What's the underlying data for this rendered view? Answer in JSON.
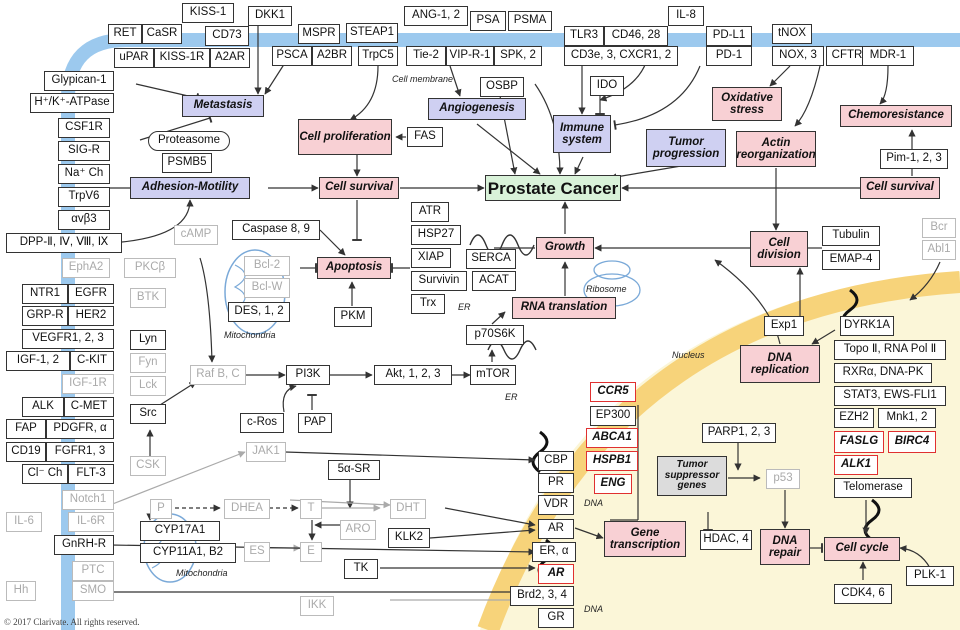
{
  "copyright": "© 2017 Clarivate. All rights reserved.",
  "compartments": {
    "cell_membrane": "Cell membrane",
    "nucleus": "Nucleus",
    "mitochondria_1": "Mitochondria",
    "mitochondria_2": "Mitochondria",
    "er_1": "ER",
    "er_2": "ER",
    "ribosome": "Ribosome",
    "dna_1": "DNA",
    "dna_2": "DNA"
  },
  "colors": {
    "membrane": "#9cc9ee",
    "nucleus_fill": "#fbf6d8",
    "nuclear_envelope": "#f7d37a",
    "process_pink": "#f8d0d4",
    "process_blue": "#cfd0f2",
    "outcome_green": "#d9f2d9",
    "highlight_red": "#e03030"
  },
  "outcome": "Prostate Cancer",
  "processes": {
    "metastasis": "Metastasis",
    "angiogenesis": "Angiogenesis",
    "immune_system": "Immune system",
    "tumor_progression": "Tumor progression",
    "oxidative_stress": "Oxidative stress",
    "actin_reorganization": "Actin reorganization",
    "chemoresistance": "Chemoresistance",
    "cell_proliferation": "Cell proliferation",
    "cell_survival_left": "Cell survival",
    "cell_survival_right": "Cell survival",
    "adhesion_motility": "Adhesion-Motility",
    "apoptosis": "Apoptosis",
    "growth": "Growth",
    "rna_translation": "RNA translation",
    "cell_division": "Cell division",
    "dna_replication": "DNA replication",
    "gene_transcription": "Gene transcription",
    "dna_repair": "DNA repair",
    "cell_cycle": "Cell cycle",
    "tumor_suppressor_genes": "Tumor suppressor genes"
  },
  "membrane_receptors": {
    "ret": "RET",
    "casr": "CaSR",
    "kiss1": "KISS-1",
    "dkk1": "DKK1",
    "cd73": "CD73",
    "upar": "uPAR",
    "kiss1r": "KISS-1R",
    "a2ar": "A2AR",
    "mspr": "MSPR",
    "psca": "PSCA",
    "a2br": "A2BR",
    "steap1": "STEAP1",
    "trpc5": "TrpC5",
    "ang": "ANG-1, 2",
    "tie2": "Tie-2",
    "viprr1": "VIP-R-1",
    "psa": "PSA",
    "psma": "PSMA",
    "spk": "SPK, 2",
    "tlr3": "TLR3",
    "cd46": "CD46, 28",
    "il8": "IL-8",
    "cd3e": "CD3e, 3, CXCR1, 2",
    "pdl1": "PD-L1",
    "pd1": "PD-1",
    "tnox": "tNOX",
    "nox": "NOX, 3",
    "cftr": "CFTR",
    "mdr1": "MDR-1"
  },
  "left_column": {
    "glypican": "Glypican-1",
    "hkatpase": "H⁺/K⁺-ATPase",
    "csf1r": "CSF1R",
    "sigr": "SIG-R",
    "nach": "Na⁺ Ch",
    "trpv6": "TrpV6",
    "avb3": "αvβ3",
    "dpp": "DPP-Ⅱ, Ⅳ, Ⅷ, Ⅸ",
    "epha2": "EphA2",
    "ntr1": "NTR1",
    "egfr": "EGFR",
    "grpr": "GRP-R",
    "her2": "HER2",
    "vegfr": "VEGFR1, 2, 3",
    "igf12": "IGF-1, 2",
    "ckit": "C-KIT",
    "igf1r": "IGF-1R",
    "alk_r": "ALK",
    "cmet": "C-MET",
    "fap": "FAP",
    "pdgfr": "PDGFR, α",
    "cd19": "CD19",
    "fgfr1": "FGFR1, 3",
    "clch": "Cl⁻ Ch",
    "flt3": "FLT-3",
    "notch1": "Notch1",
    "il6": "IL-6",
    "il6r": "IL-6R",
    "gnrhr": "GnRH-R",
    "hh": "Hh",
    "ptc": "PTC",
    "smo": "SMO"
  },
  "cytoplasm": {
    "proteasome": "Proteasome",
    "psmb5": "PSMB5",
    "fas": "FAS",
    "camp": "cAMP",
    "pkcb": "PKCβ",
    "btk": "BTK",
    "lyn": "Lyn",
    "fyn": "Fyn",
    "lck": "Lck",
    "src": "Src",
    "csk": "CSK",
    "rafbc": "Raf B, C",
    "pi3k": "PI3K",
    "cros": "c-Ros",
    "pap": "PAP",
    "akt": "Akt, 1, 2, 3",
    "mtor": "mTOR",
    "p70s6k": "p70S6K",
    "pkm": "PKM",
    "caspase": "Caspase 8, 9",
    "bcl2": "Bcl-2",
    "bclw": "Bcl-W",
    "des": "DES, 1, 2",
    "atr": "ATR",
    "hsp27": "HSP27",
    "xiap": "XIAP",
    "survivin": "Survivin",
    "trx": "Trx",
    "serca": "SERCA",
    "acat": "ACAT",
    "osbp": "OSBP",
    "ido": "IDO",
    "pim": "Pim-1, 2, 3",
    "tubulin": "Tubulin",
    "emap4": "EMAP-4",
    "bcr": "Bcr",
    "abl1": "Abl1",
    "exp1": "Exp1",
    "jak1": "JAK1",
    "tk": "TK",
    "ikk": "IKK",
    "p": "P",
    "dhea": "DHEA",
    "t": "T",
    "dht": "DHT",
    "aro": "ARO",
    "es": "ES",
    "e": "E",
    "cyp17a1": "CYP17A1",
    "cyp11a1": "CYP11A1, B2",
    "srd5a": "5α-SR",
    "klk2": "KLK2"
  },
  "nuclear": {
    "cbp": "CBP",
    "pr": "PR",
    "vdr": "VDR",
    "ar": "AR",
    "era": "ER, α",
    "ar2": "AR",
    "brd": "Brd2, 3, 4",
    "gr": "GR",
    "ccr5": "CCR5",
    "ep300": "EP300",
    "abca1": "ABCA1",
    "hspb1": "HSPB1",
    "eng": "ENG",
    "parp": "PARP1, 2, 3",
    "hdac": "HDAC, 4",
    "p53": "p53",
    "dyrk1a": "DYRK1A",
    "topo": "Topo Ⅱ, RNA Pol Ⅱ",
    "rxra": "RXRα, DNA-PK",
    "stat3": "STAT3, EWS-FLI1",
    "ezh2": "EZH2",
    "mnk": "Mnk1, 2",
    "faslg": "FASLG",
    "birc4": "BIRC4",
    "alk1": "ALK1",
    "telomerase": "Telomerase",
    "cdk4": "CDK4, 6",
    "plk1": "PLK-1"
  }
}
